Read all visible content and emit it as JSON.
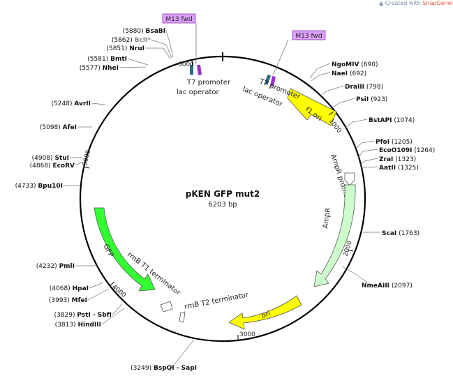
{
  "watermark": {
    "prefix": "Created with ",
    "brand": "SnapGene®"
  },
  "plasmid": {
    "name": "pKEN GFP mut2",
    "length_label": "6203 bp"
  },
  "ticks": [
    "1000",
    "2000",
    "3000",
    "4000",
    "5000",
    "6000"
  ],
  "primers": [
    {
      "label": "M13 fwd"
    },
    {
      "label": "M13 fwd"
    }
  ],
  "features": [
    {
      "name": "f1 ori",
      "color": "#ffff00"
    },
    {
      "name": "AmpR promoter",
      "color": "#ffffff"
    },
    {
      "name": "AmpR",
      "color": "#ccffcc"
    },
    {
      "name": "ori",
      "color": "#ffff00"
    },
    {
      "name": "GFP",
      "color": "#33ff33"
    },
    {
      "name": "rrnB T1 terminator",
      "color": "#ffffff"
    },
    {
      "name": "rrnB T2 terminator",
      "color": "#ffffff"
    },
    {
      "name": "T7 promoter"
    },
    {
      "name": "lac operator"
    },
    {
      "name": "T7 promoter"
    },
    {
      "name": "lac operator"
    }
  ],
  "right_sites": [
    {
      "name": "NgoMIV",
      "pos": "(690)"
    },
    {
      "name": "NaeI",
      "pos": "(692)"
    },
    {
      "name": "DraIII",
      "pos": "(798)"
    },
    {
      "name": "PsiI",
      "pos": "(923)"
    },
    {
      "name": "BstAPI",
      "pos": "(1074)"
    },
    {
      "name": "PfoI",
      "pos": "(1205)"
    },
    {
      "name": "EcoO109I",
      "pos": "(1264)"
    },
    {
      "name": "ZraI",
      "pos": "(1323)"
    },
    {
      "name": "AatII",
      "pos": "(1325)"
    },
    {
      "name": "ScaI",
      "pos": "(1763)"
    },
    {
      "name": "NmeAIII",
      "pos": "(2097)"
    }
  ],
  "left_sites": [
    {
      "pos": "(5880)",
      "name": "BsaBI"
    },
    {
      "pos": "(5862)",
      "name": "BclI*",
      "grey": true
    },
    {
      "pos": "(5851)",
      "name": "NruI"
    },
    {
      "pos": "(5581)",
      "name": "BmtI"
    },
    {
      "pos": "(5577)",
      "name": "NheI"
    },
    {
      "pos": "(5248)",
      "name": "AvrII"
    },
    {
      "pos": "(5098)",
      "name": "AfeI"
    },
    {
      "pos": "(4908)",
      "name": "StuI"
    },
    {
      "pos": "(4868)",
      "name": "EcoRV"
    },
    {
      "pos": "(4733)",
      "name": "Bpu10I"
    },
    {
      "pos": "(4232)",
      "name": "PmlI"
    },
    {
      "pos": "(4068)",
      "name": "HpaI"
    },
    {
      "pos": "(3993)",
      "name": "MfeI"
    },
    {
      "pos": "(3829)",
      "name": "PstI - SbfI"
    },
    {
      "pos": "(3813)",
      "name": "HindIII"
    },
    {
      "pos": "(3249)",
      "name": "BspQI - SapI"
    }
  ]
}
